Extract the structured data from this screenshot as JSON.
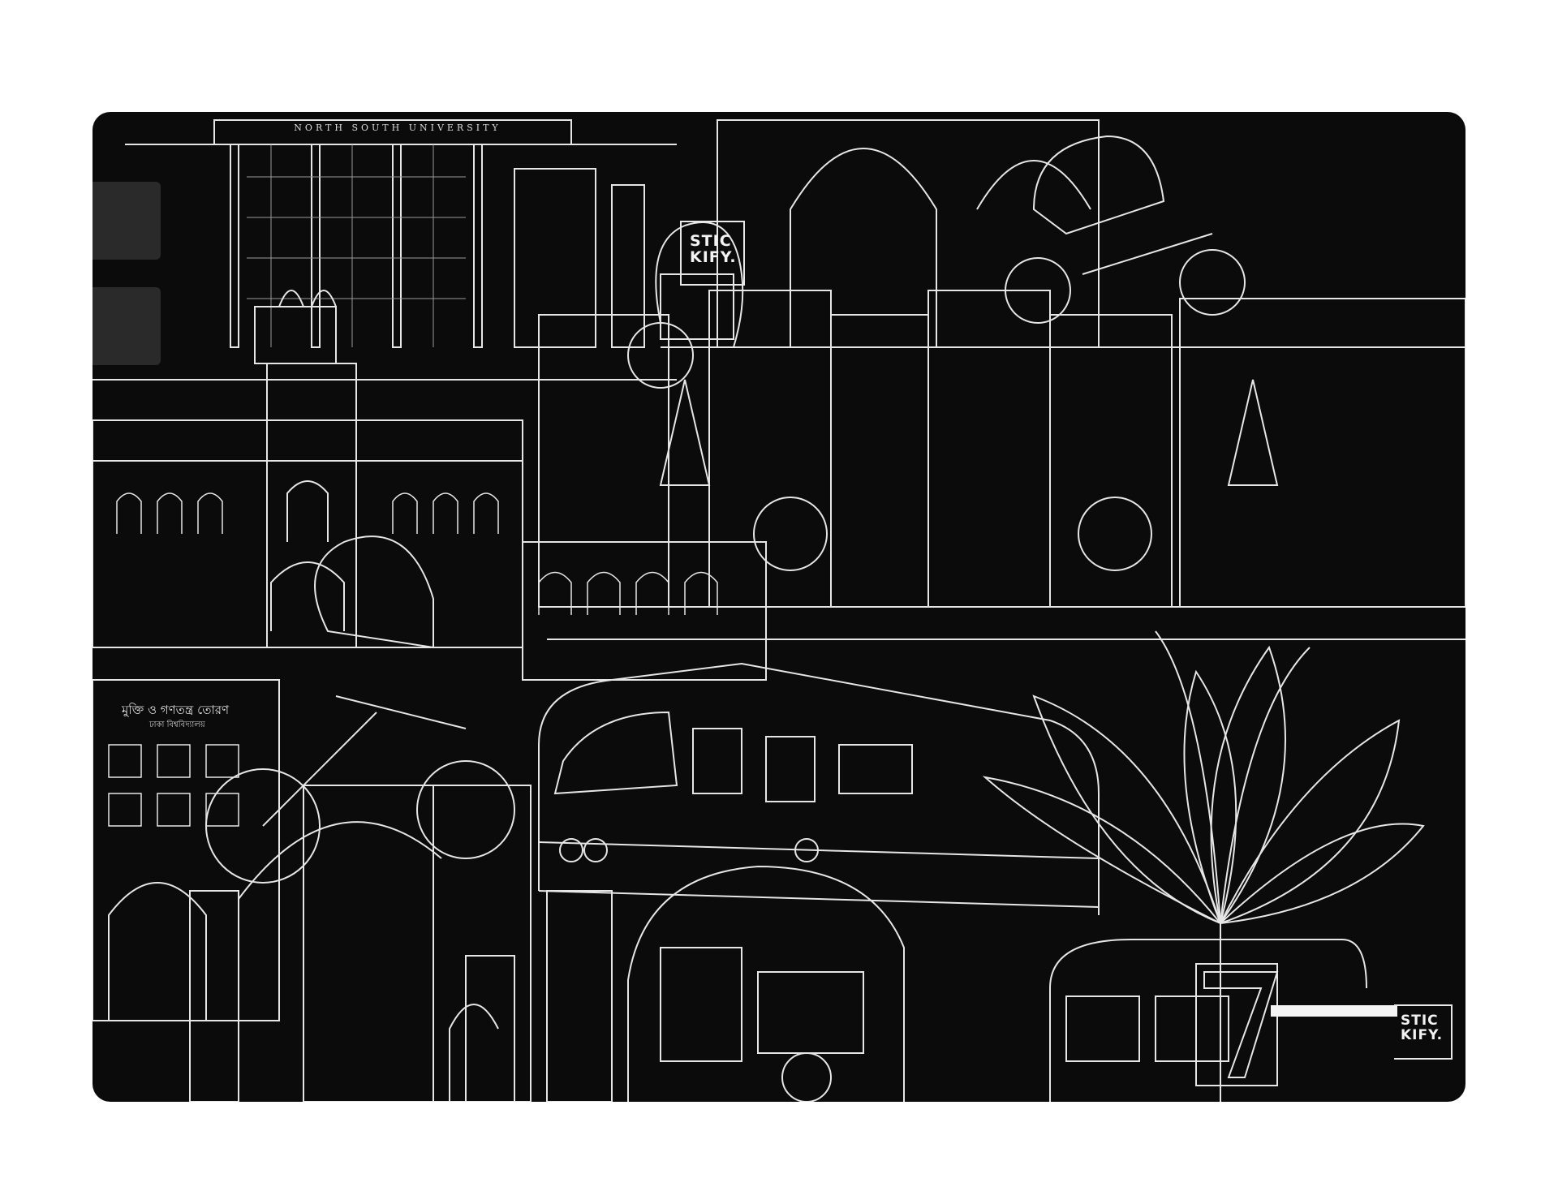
{
  "university_sign": "NORTH SOUTH UNIVERSITY",
  "logo_top": {
    "line1": "STIC",
    "line2": "KIFY."
  },
  "logo_bottom": {
    "line1": "STIC",
    "line2": "KIFY."
  },
  "gate_sign": "মুক্তি ও গণতন্ত্র তোরণ",
  "gate_sub": "ঢাকা বিশ্ববিদ্যালয়",
  "colors": {
    "background": "#0b0b0b",
    "line": "#e6e6e6",
    "tab": "#2a2a2a"
  }
}
